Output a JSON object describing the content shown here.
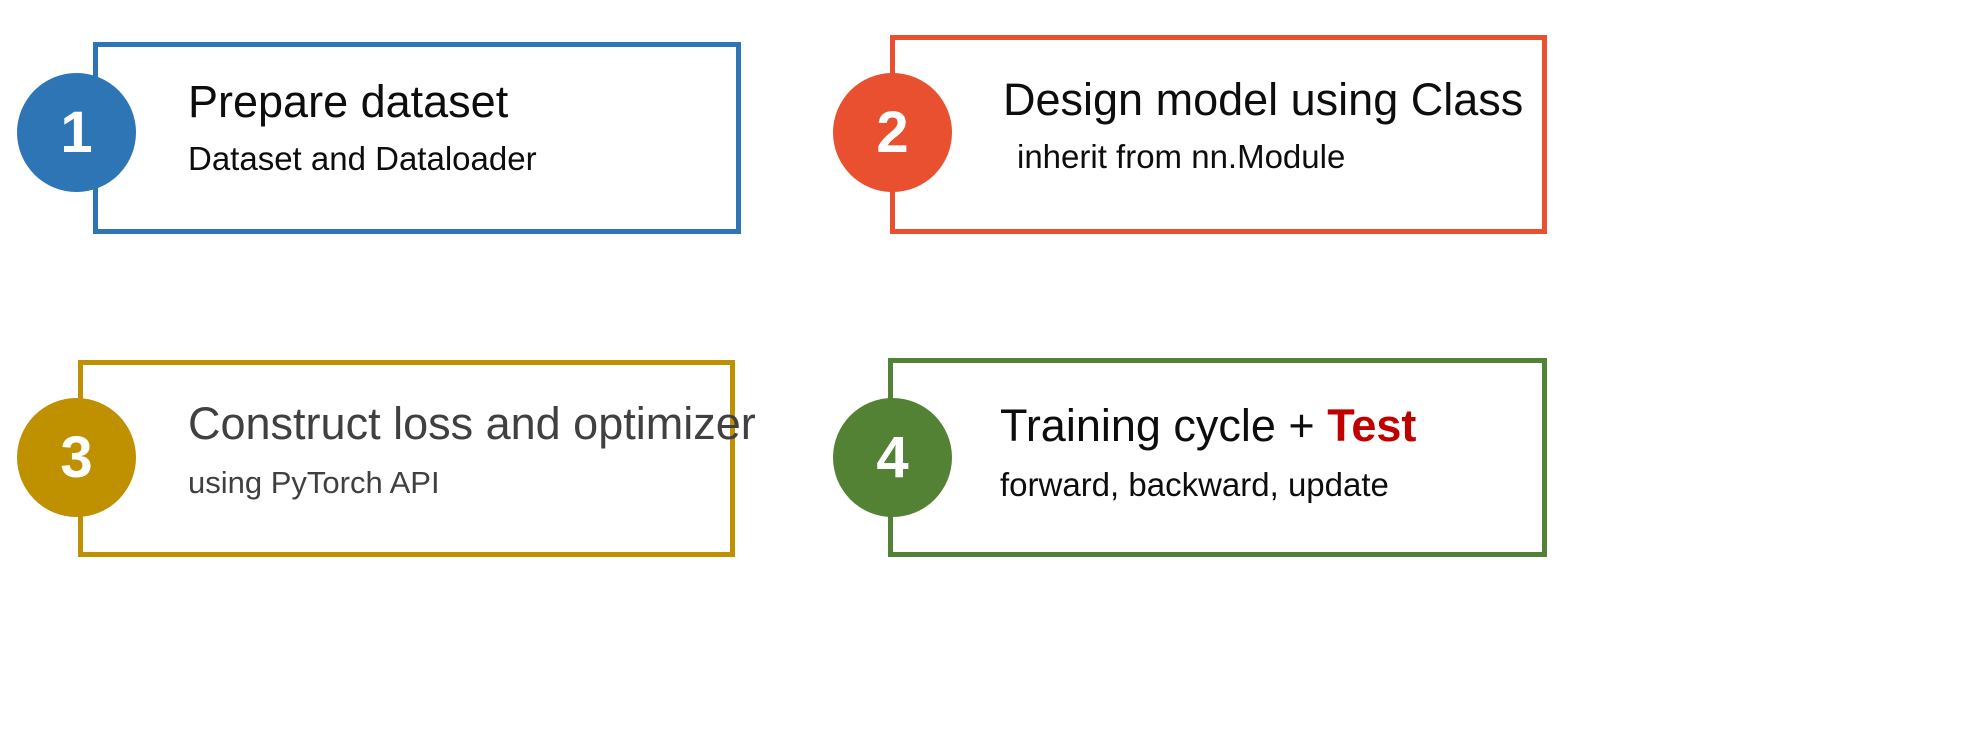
{
  "diagram": {
    "title_text_present": false,
    "background_color": "#FFFFFF",
    "steps": [
      {
        "number": "1",
        "title": "Prepare dataset",
        "subtitle": "Dataset and Dataloader",
        "accent_color": "#2E75B6",
        "badge_fill": "#2E75B6",
        "badge_text_color": "#FFFFFF",
        "title_color": "#0D0D0D",
        "subtitle_color": "#0D0D0D",
        "highlight_word": "",
        "highlight_color": ""
      },
      {
        "number": "2",
        "title": "Design model using Class",
        "subtitle": "inherit from nn.Module",
        "accent_color": "#E8502F",
        "badge_fill": "#E8502F",
        "badge_text_color": "#FFFFFF",
        "title_color": "#0D0D0D",
        "subtitle_color": "#0D0D0D",
        "highlight_word": "",
        "highlight_color": ""
      },
      {
        "number": "3",
        "title": "Construct loss and optimizer",
        "subtitle": "using PyTorch API",
        "accent_color": "#BF9000",
        "badge_fill": "#BF9000",
        "badge_text_color": "#FFFFFF",
        "title_color": "#404040",
        "subtitle_color": "#404040",
        "highlight_word": "",
        "highlight_color": ""
      },
      {
        "number": "4",
        "title_prefix": "Training cycle + ",
        "title_highlight": "Test",
        "title": "Training cycle + Test",
        "subtitle": "forward, backward, update",
        "accent_color": "#548235",
        "badge_fill": "#548235",
        "badge_text_color": "#FFFFFF",
        "title_color": "#0D0D0D",
        "subtitle_color": "#0D0D0D",
        "highlight_word": "Test",
        "highlight_color": "#C00000"
      }
    ]
  }
}
